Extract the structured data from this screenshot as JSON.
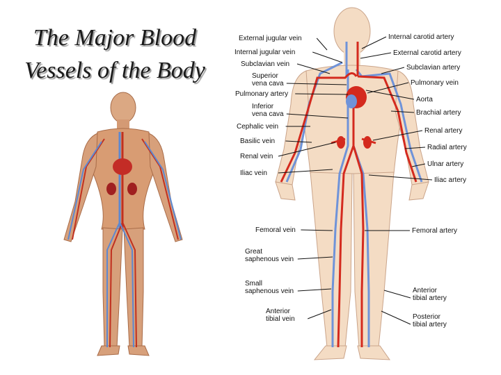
{
  "title": {
    "line1": "The Major Blood",
    "line2": "Vessels of the Body"
  },
  "colors": {
    "artery": "#d42a1e",
    "vein": "#6f93d9",
    "skin": "#f4dcc4",
    "muscle": "#d9a27a",
    "leader": "#111111"
  },
  "labels_left": [
    {
      "id": "external-jugular-vein",
      "lines": [
        "External jugular vein"
      ]
    },
    {
      "id": "internal-jugular-vein",
      "lines": [
        "Internal jugular vein"
      ]
    },
    {
      "id": "subclavian-vein",
      "lines": [
        "Subclavian vein"
      ]
    },
    {
      "id": "superior-vena-cava",
      "lines": [
        "Superior",
        "vena cava"
      ]
    },
    {
      "id": "pulmonary-artery",
      "lines": [
        "Pulmonary artery"
      ]
    },
    {
      "id": "inferior-vena-cava",
      "lines": [
        "Inferior",
        "vena cava"
      ]
    },
    {
      "id": "cephalic-vein",
      "lines": [
        "Cephalic vein"
      ]
    },
    {
      "id": "basilic-vein",
      "lines": [
        "Basilic vein"
      ]
    },
    {
      "id": "renal-vein",
      "lines": [
        "Renal vein"
      ]
    },
    {
      "id": "iliac-vein",
      "lines": [
        "Iliac vein"
      ]
    },
    {
      "id": "femoral-vein",
      "lines": [
        "Femoral vein"
      ]
    },
    {
      "id": "great-saphenous-vein",
      "lines": [
        "Great",
        "saphenous vein"
      ]
    },
    {
      "id": "small-saphenous-vein",
      "lines": [
        "Small",
        "saphenous vein"
      ]
    },
    {
      "id": "anterior-tibial-vein",
      "lines": [
        "Anterior",
        "tibial vein"
      ]
    }
  ],
  "labels_right": [
    {
      "id": "internal-carotid-artery",
      "lines": [
        "Internal carotid artery"
      ]
    },
    {
      "id": "external-carotid-artery",
      "lines": [
        "External carotid artery"
      ]
    },
    {
      "id": "subclavian-artery",
      "lines": [
        "Subclavian artery"
      ]
    },
    {
      "id": "pulmonary-vein",
      "lines": [
        "Pulmonary vein"
      ]
    },
    {
      "id": "aorta",
      "lines": [
        "Aorta"
      ]
    },
    {
      "id": "brachial-artery",
      "lines": [
        "Brachial artery"
      ]
    },
    {
      "id": "renal-artery",
      "lines": [
        "Renal artery"
      ]
    },
    {
      "id": "radial-artery",
      "lines": [
        "Radial artery"
      ]
    },
    {
      "id": "ulnar-artery",
      "lines": [
        "Ulnar artery"
      ]
    },
    {
      "id": "iliac-artery",
      "lines": [
        "Iliac artery"
      ]
    },
    {
      "id": "femoral-artery",
      "lines": [
        "Femoral artery"
      ]
    },
    {
      "id": "anterior-tibial-artery",
      "lines": [
        "Anterior",
        "tibial artery"
      ]
    },
    {
      "id": "posterior-tibial-artery",
      "lines": [
        "Posterior",
        "tibial artery"
      ]
    }
  ]
}
